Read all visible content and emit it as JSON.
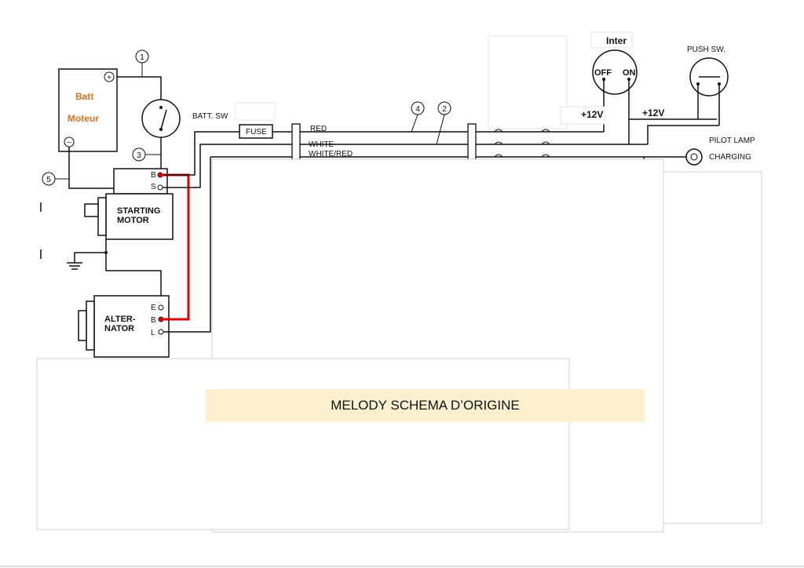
{
  "components": {
    "battery": {
      "label_line1": "Batt",
      "label_line2": "Moteur",
      "plus": "+",
      "minus": "−"
    },
    "batt_switch": {
      "label": "BATT. SW"
    },
    "fuse": {
      "label": "FUSE"
    },
    "starting_motor": {
      "label_line1": "STARTING",
      "label_line2": "MOTOR",
      "terminal_b": "B",
      "terminal_s": "S"
    },
    "alternator": {
      "label_line1": "ALTER-",
      "label_line2": "NATOR",
      "terminal_e": "E",
      "terminal_b": "B",
      "terminal_l": "L"
    },
    "inter_switch": {
      "label": "Inter",
      "off": "OFF",
      "on": "ON"
    },
    "push_switch": {
      "label": "PUSH SW."
    },
    "pilot_lamp": {
      "label_line1": "PILOT LAMP",
      "label_line2": "CHARGING"
    }
  },
  "wires": {
    "red": "RED",
    "white": "WHITE",
    "white_red": "WHITE/RED",
    "plus12_a": "+12V",
    "plus12_b": "+12V"
  },
  "markers": [
    "1",
    "2",
    "3",
    "4",
    "5"
  ],
  "title": "MELODY SCHEMA D’ORIGINE",
  "colors": {
    "accent_red": "#d20000",
    "battery_text": "#d9731f",
    "banner_bg": "#fcf0cf"
  }
}
